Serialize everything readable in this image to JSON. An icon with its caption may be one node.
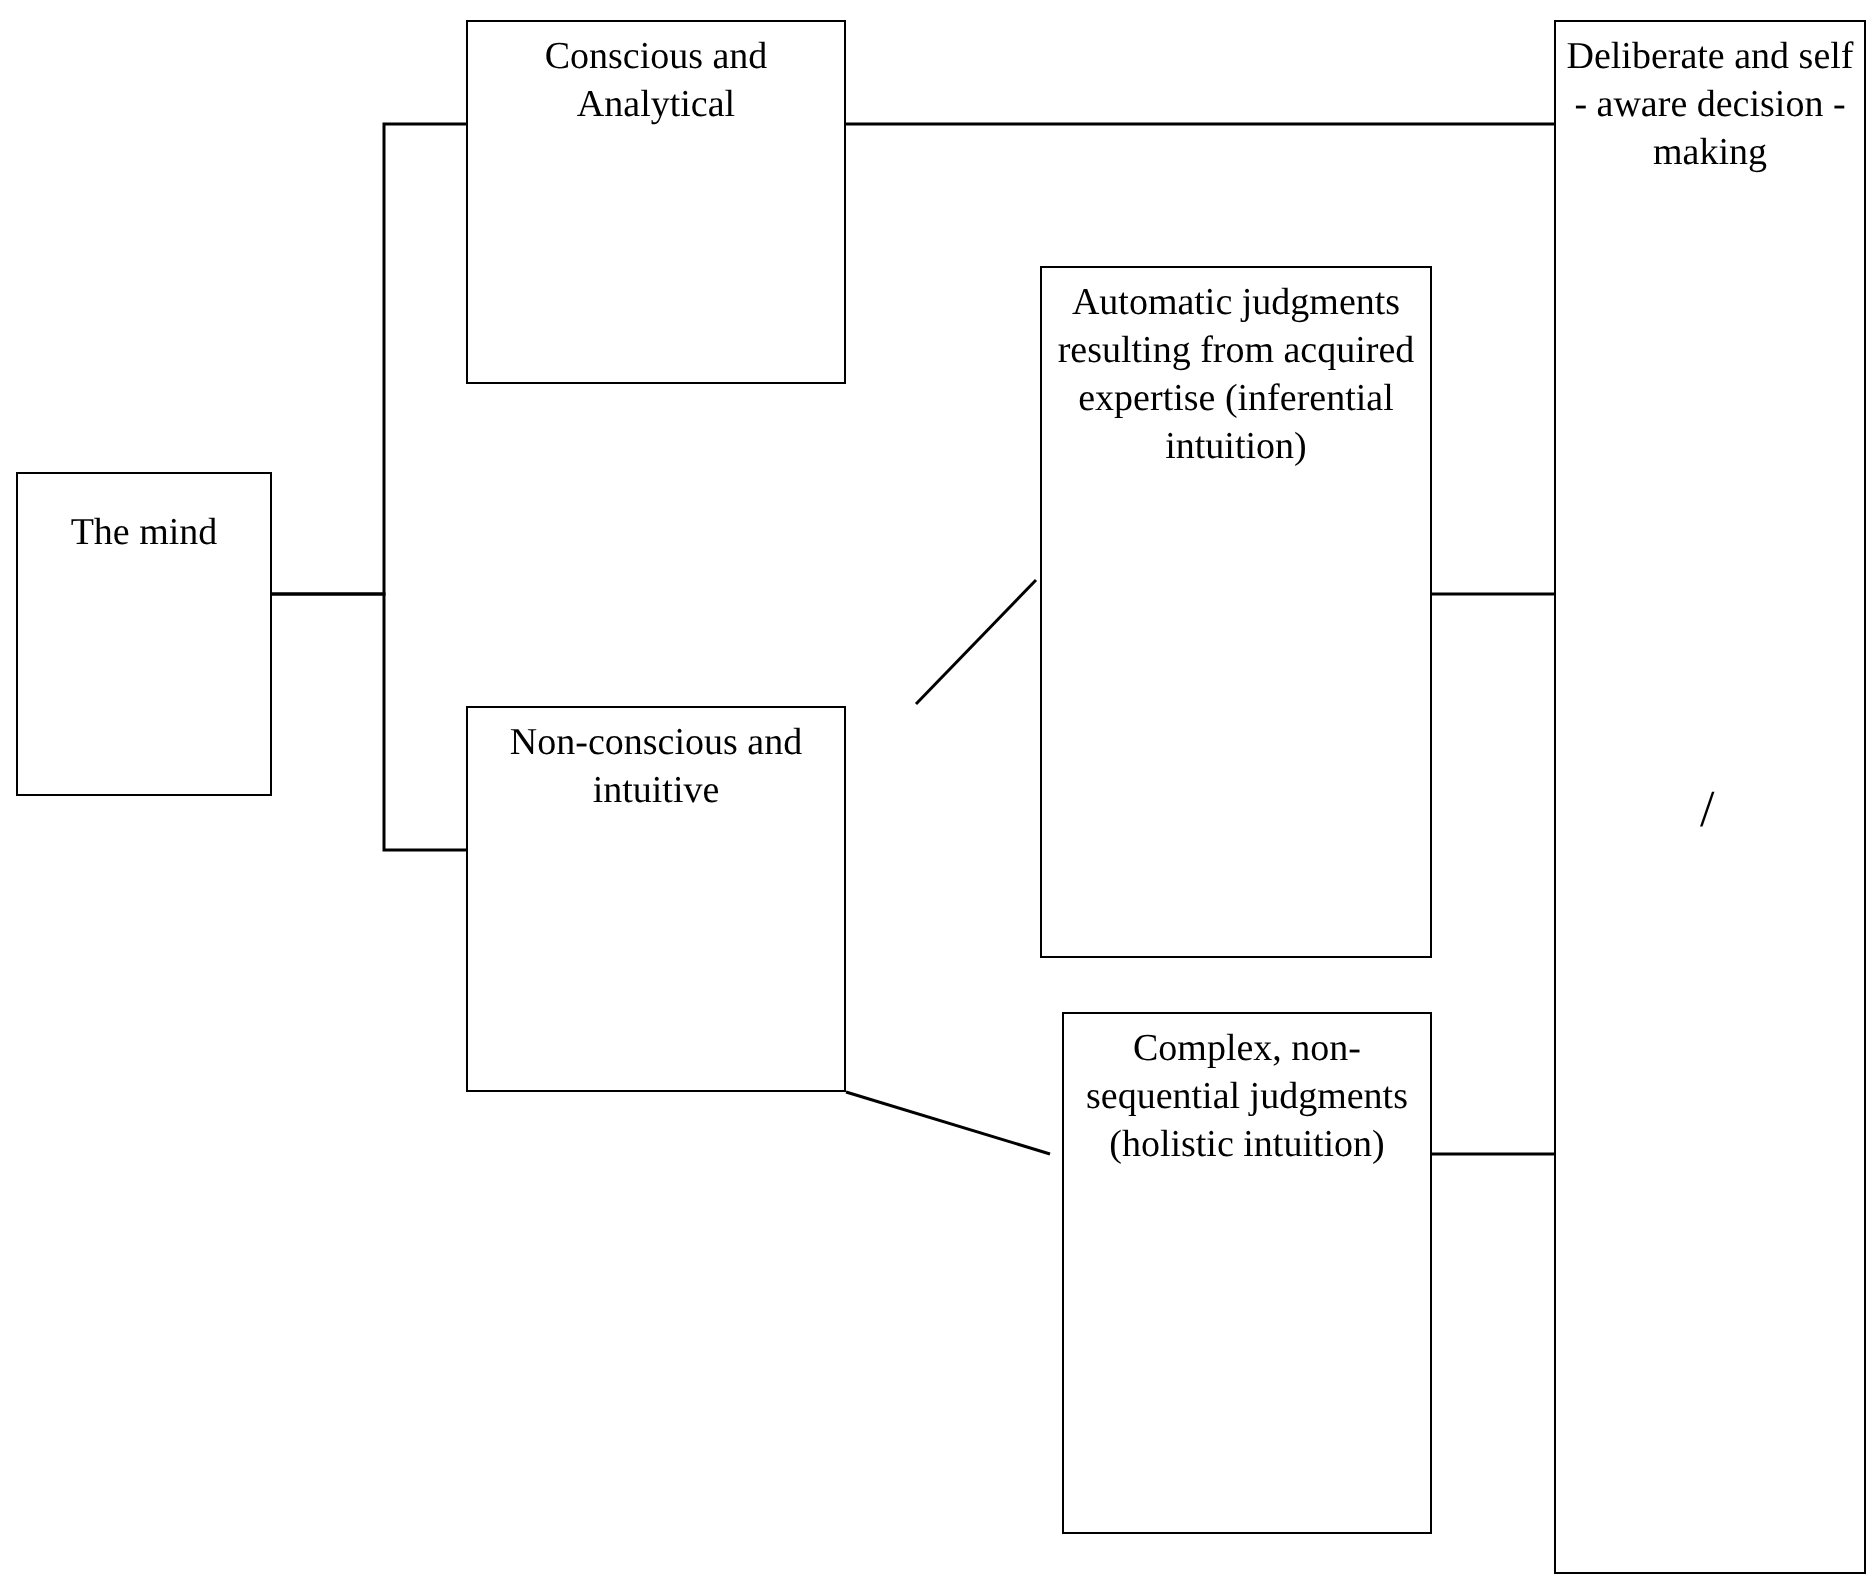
{
  "diagram": {
    "nodes": [
      {
        "text": [
          "The mind"
        ]
      },
      {
        "text": [
          "Conscious and Analytical"
        ]
      },
      {
        "text": [
          "Non-conscious and intuitive"
        ]
      },
      {
        "text": [
          "Automatic judgments resulting from acquired expertise (inferential intuition)"
        ]
      },
      {
        "text": [
          "Complex, non-sequential judgments (holistic intuition)"
        ]
      },
      {
        "text": [
          "Deliberate and self - aware decision - making"
        ]
      }
    ],
    "edges": [
      {
        "from": 0,
        "to": 1,
        "arrow": "none"
      },
      {
        "from": 0,
        "to": 2,
        "arrow": "none"
      },
      {
        "from": 1,
        "to": 5,
        "arrow": "none"
      },
      {
        "from": 2,
        "to": 3,
        "arrow": "none"
      },
      {
        "from": 2,
        "to": 4,
        "arrow": "none"
      },
      {
        "from": 3,
        "to": 5,
        "arrow": "none"
      },
      {
        "from": 4,
        "to": 5,
        "arrow": "none"
      }
    ],
    "labels": [
      "/"
    ]
  }
}
